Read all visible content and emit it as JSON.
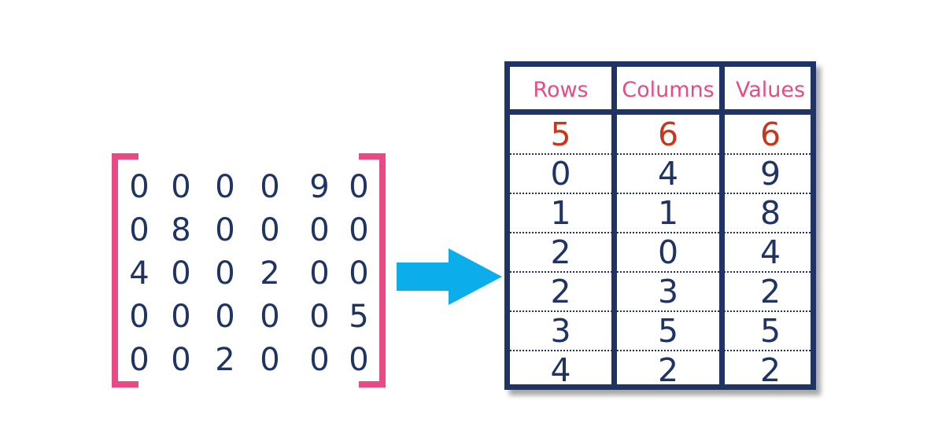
{
  "matrix": {
    "rows": [
      [
        "0",
        "0",
        "0",
        "0",
        "9",
        "0"
      ],
      [
        "0",
        "8",
        "0",
        "0",
        "0",
        "0"
      ],
      [
        "4",
        "0",
        "0",
        "2",
        "0",
        "0"
      ],
      [
        "0",
        "0",
        "0",
        "0",
        "0",
        "5"
      ],
      [
        "0",
        "0",
        "2",
        "0",
        "0",
        "0"
      ]
    ],
    "bracket_color": "#e84a86",
    "text_color": "#1f3364"
  },
  "arrow": {
    "icon": "right-arrow-icon",
    "color": "#0badea"
  },
  "table": {
    "headers": [
      "Rows",
      "Columns",
      "Values"
    ],
    "meta_row": [
      "5",
      "6",
      "6"
    ],
    "entries": [
      [
        "0",
        "4",
        "9"
      ],
      [
        "1",
        "1",
        "8"
      ],
      [
        "2",
        "0",
        "4"
      ],
      [
        "2",
        "3",
        "2"
      ],
      [
        "3",
        "5",
        "5"
      ],
      [
        "4",
        "2",
        "2"
      ]
    ],
    "border_color": "#1f3364",
    "header_color": "#e84a86",
    "meta_color": "#c8371c"
  }
}
